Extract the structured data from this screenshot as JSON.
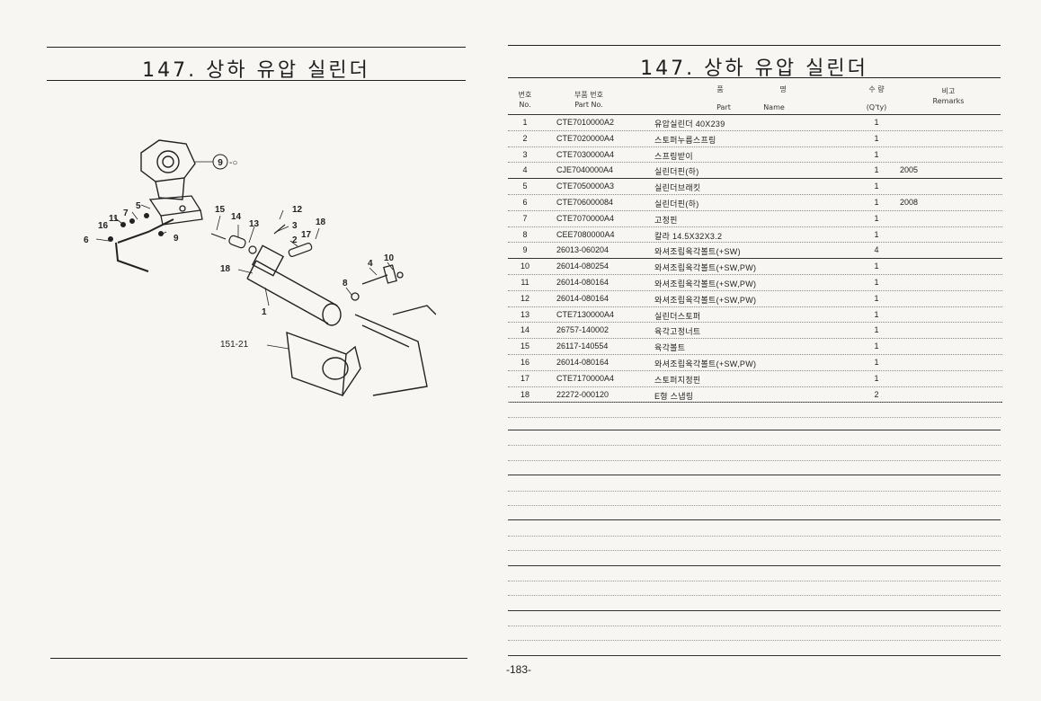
{
  "left_page": {
    "title": "147. 상하 유압 실린더",
    "callouts": [
      "9",
      "5",
      "7",
      "11",
      "16",
      "6",
      "9",
      "15",
      "14",
      "13",
      "12",
      "3",
      "18",
      "2",
      "17",
      "18",
      "1",
      "4",
      "10",
      "8"
    ],
    "ref_label": "151-21"
  },
  "right_page": {
    "title": "147. 상하 유압 실린더",
    "headers": {
      "no_ko": "번호",
      "no_en": "No.",
      "part_no_ko": "부품 번호",
      "part_no_en": "Part No.",
      "name_ko_1": "품",
      "name_ko_2": "명",
      "name_en_1": "Part",
      "name_en_2": "Name",
      "qty_ko": "수 량",
      "qty_en": "(Q'ty)",
      "remarks_ko": "비고",
      "remarks_en": "Remarks"
    },
    "rows": [
      {
        "no": "1",
        "part_no": "CTE7010000A2",
        "name": "유압실린더 40X239",
        "qty": "1",
        "remarks": ""
      },
      {
        "no": "2",
        "part_no": "CTE7020000A4",
        "name": "스토퍼누름스프링",
        "qty": "1",
        "remarks": ""
      },
      {
        "no": "3",
        "part_no": "CTE7030000A4",
        "name": "스프링받이",
        "qty": "1",
        "remarks": ""
      },
      {
        "no": "4",
        "part_no": "CJE7040000A4",
        "name": "실린더핀(하)",
        "qty": "1",
        "remarks": "2005"
      },
      {
        "no": "5",
        "part_no": "CTE7050000A3",
        "name": "실린더브래킷",
        "qty": "1",
        "remarks": ""
      },
      {
        "no": "6",
        "part_no": "CTE706000084",
        "name": "실린더핀(하)",
        "qty": "1",
        "remarks": "2008"
      },
      {
        "no": "7",
        "part_no": "CTE7070000A4",
        "name": "고정핀",
        "qty": "1",
        "remarks": ""
      },
      {
        "no": "8",
        "part_no": "CEE7080000A4",
        "name": "칼라 14.5X32X3.2",
        "qty": "1",
        "remarks": ""
      },
      {
        "no": "9",
        "part_no": "26013-060204",
        "name": "와셔조립육각볼트(+SW)",
        "qty": "4",
        "remarks": ""
      },
      {
        "no": "10",
        "part_no": "26014-080254",
        "name": "와셔조립육각볼트(+SW,PW)",
        "qty": "1",
        "remarks": ""
      },
      {
        "no": "11",
        "part_no": "26014-080164",
        "name": "와셔조립육각볼트(+SW,PW)",
        "qty": "1",
        "remarks": ""
      },
      {
        "no": "12",
        "part_no": "26014-080164",
        "name": "와셔조립육각볼트(+SW,PW)",
        "qty": "1",
        "remarks": ""
      },
      {
        "no": "13",
        "part_no": "CTE7130000A4",
        "name": "실린더스토퍼",
        "qty": "1",
        "remarks": ""
      },
      {
        "no": "14",
        "part_no": "26757-140002",
        "name": "육각고정너트",
        "qty": "1",
        "remarks": ""
      },
      {
        "no": "15",
        "part_no": "26117-140554",
        "name": "육각볼트",
        "qty": "1",
        "remarks": ""
      },
      {
        "no": "16",
        "part_no": "26014-080164",
        "name": "와셔조립육각볼트(+SW,PW)",
        "qty": "1",
        "remarks": ""
      },
      {
        "no": "17",
        "part_no": "CTE7170000A4",
        "name": "스토퍼지정핀",
        "qty": "1",
        "remarks": ""
      },
      {
        "no": "18",
        "part_no": "22272-000120",
        "name": "E형 스냅링",
        "qty": "2",
        "remarks": ""
      }
    ],
    "page_number": "-183-"
  }
}
